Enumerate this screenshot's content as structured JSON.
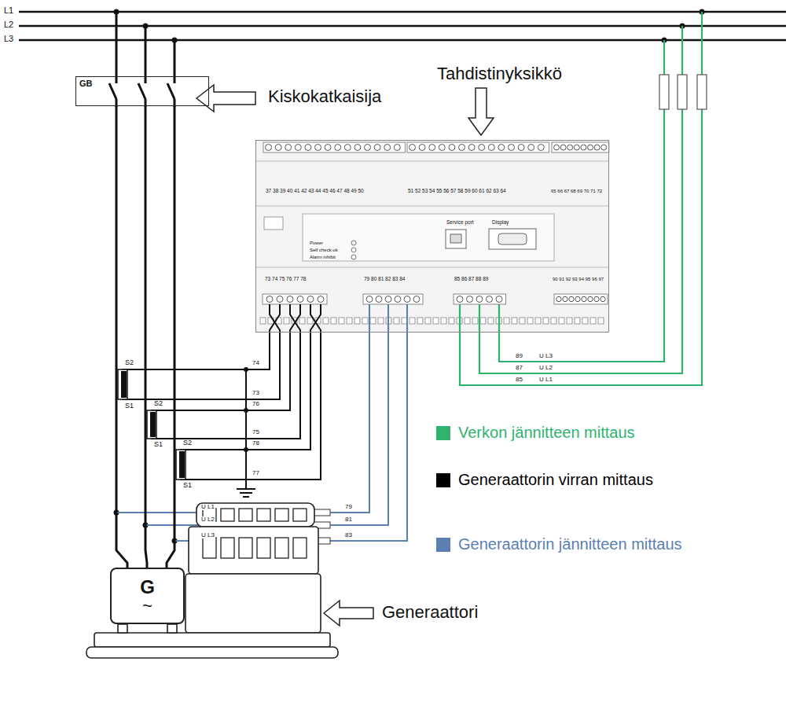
{
  "diagram": {
    "nodes": [
      {
        "text": [
          "GB"
        ]
      },
      {
        "text": [
          "Power",
          "Self check ok",
          "Alarm inhibit",
          "Service port",
          "Display"
        ]
      },
      {
        "text": [
          "G",
          "~"
        ]
      }
    ],
    "edges": [
      {
        "from": 0,
        "to": 2,
        "arrow": "none"
      },
      {
        "from": 0,
        "to": 2,
        "arrow": "none"
      },
      {
        "from": 0,
        "to": 2,
        "arrow": "none"
      }
    ],
    "labels": [
      "L1",
      "L2",
      "L3",
      "Kiskokatkaisija",
      "Tahdistinyksikkö",
      "37 38 39 40 41 42 43 44 45 46 47 48 49 50",
      "51 52 53 54 55 56 57 58 59 60 61 62 63 64",
      "65 66 67 68 69 70 71 72",
      "73 74 75 76 77 78",
      "79 80 81 82 83 84",
      "85 86 87 88 89",
      "90 91 92 93 94 95 96 97",
      "S2",
      "S1",
      "S2",
      "S1",
      "S2",
      "S1",
      "74",
      "73",
      "76",
      "75",
      "78",
      "77",
      "U L1",
      "79",
      "U L2",
      "81",
      "U L3",
      "83",
      "89",
      "U L3",
      "87",
      "U L2",
      "85",
      "U L1",
      "Generaattori"
    ],
    "legend": [
      {
        "text": "Verkon jännitteen mittaus",
        "color": "#2eb36f"
      },
      {
        "text": "Generaattorin virran mittaus",
        "color": "#000000"
      },
      {
        "text": "Generaattorin jännitteen mittaus",
        "color": "#5b7fb0"
      }
    ]
  }
}
